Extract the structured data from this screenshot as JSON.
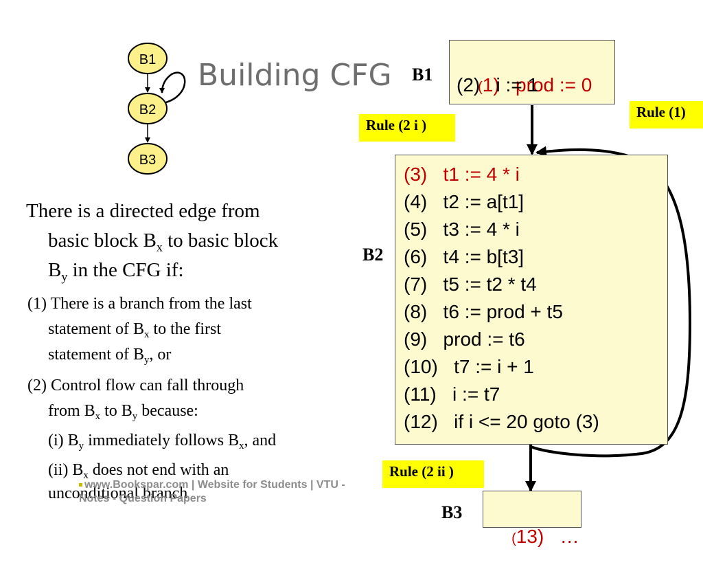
{
  "title": "Building CFG",
  "mini_cfg": {
    "n1": "B1",
    "n2": "B2",
    "n3": "B3"
  },
  "labels": {
    "b1": "B1",
    "b2": "B2",
    "b3": "B3"
  },
  "rules": {
    "r2i": "Rule (2 i )",
    "r1": "Rule (1)",
    "r2ii": "Rule (2 ii )"
  },
  "b1": {
    "line1_num": "1)",
    "line1_code": "prod := 0",
    "line2": "(2)   i := 1"
  },
  "b2": {
    "lines": [
      "(3)   t1 := 4 * i",
      "(4)   t2 := a[t1]",
      "(5)   t3 := 4 * i",
      "(6)   t4 := b[t3]",
      "(7)   t5 := t2 * t4",
      "(8)   t6 := prod + t5",
      "(9)   prod := t6",
      "(10)   t7 := i + 1",
      "(11)   i := t7",
      "(12)   if i <= 20 goto (3)"
    ]
  },
  "b3": {
    "line_num": "13)",
    "line_rest": "   …"
  },
  "text": {
    "intro_a": "There is a directed edge from",
    "intro_b": "basic block B",
    "intro_b_sub": "x",
    "intro_b_rest": " to basic block",
    "intro_c": "B",
    "intro_c_sub": "y",
    "intro_c_rest": " in the CFG  if:",
    "c1_a": "(1) There is a branch from the last",
    "c1_b": "statement of B",
    "c1_b_sub": "x",
    "c1_b_rest": " to the first",
    "c1_c": "statement of B",
    "c1_c_sub": "y",
    "c1_c_rest": ", or",
    "c2_a": "(2) Control flow can fall through",
    "c2_b": "from B",
    "c2_b_sub": "x",
    "c2_b_mid": " to B",
    "c2_b_sub2": "y",
    "c2_b_rest": " because:",
    "c2_i": "(i) B",
    "c2_i_sub": "y",
    "c2_i_mid": " immediately follows B",
    "c2_i_sub2": "x",
    "c2_i_rest": ", and",
    "c2_ii": "(ii) B",
    "c2_ii_sub": "x",
    "c2_ii_rest": " does not end with an",
    "c2_ii_2": "unconditional branch"
  },
  "footer": "www.Bookspar.com | Website for Students | VTU - Notes - Question Papers",
  "colors": {
    "block_fill": "#fdfad0",
    "rule_fill": "#ffff00",
    "highlight_red": "#c00000",
    "node_fill": "#fbf08a"
  }
}
